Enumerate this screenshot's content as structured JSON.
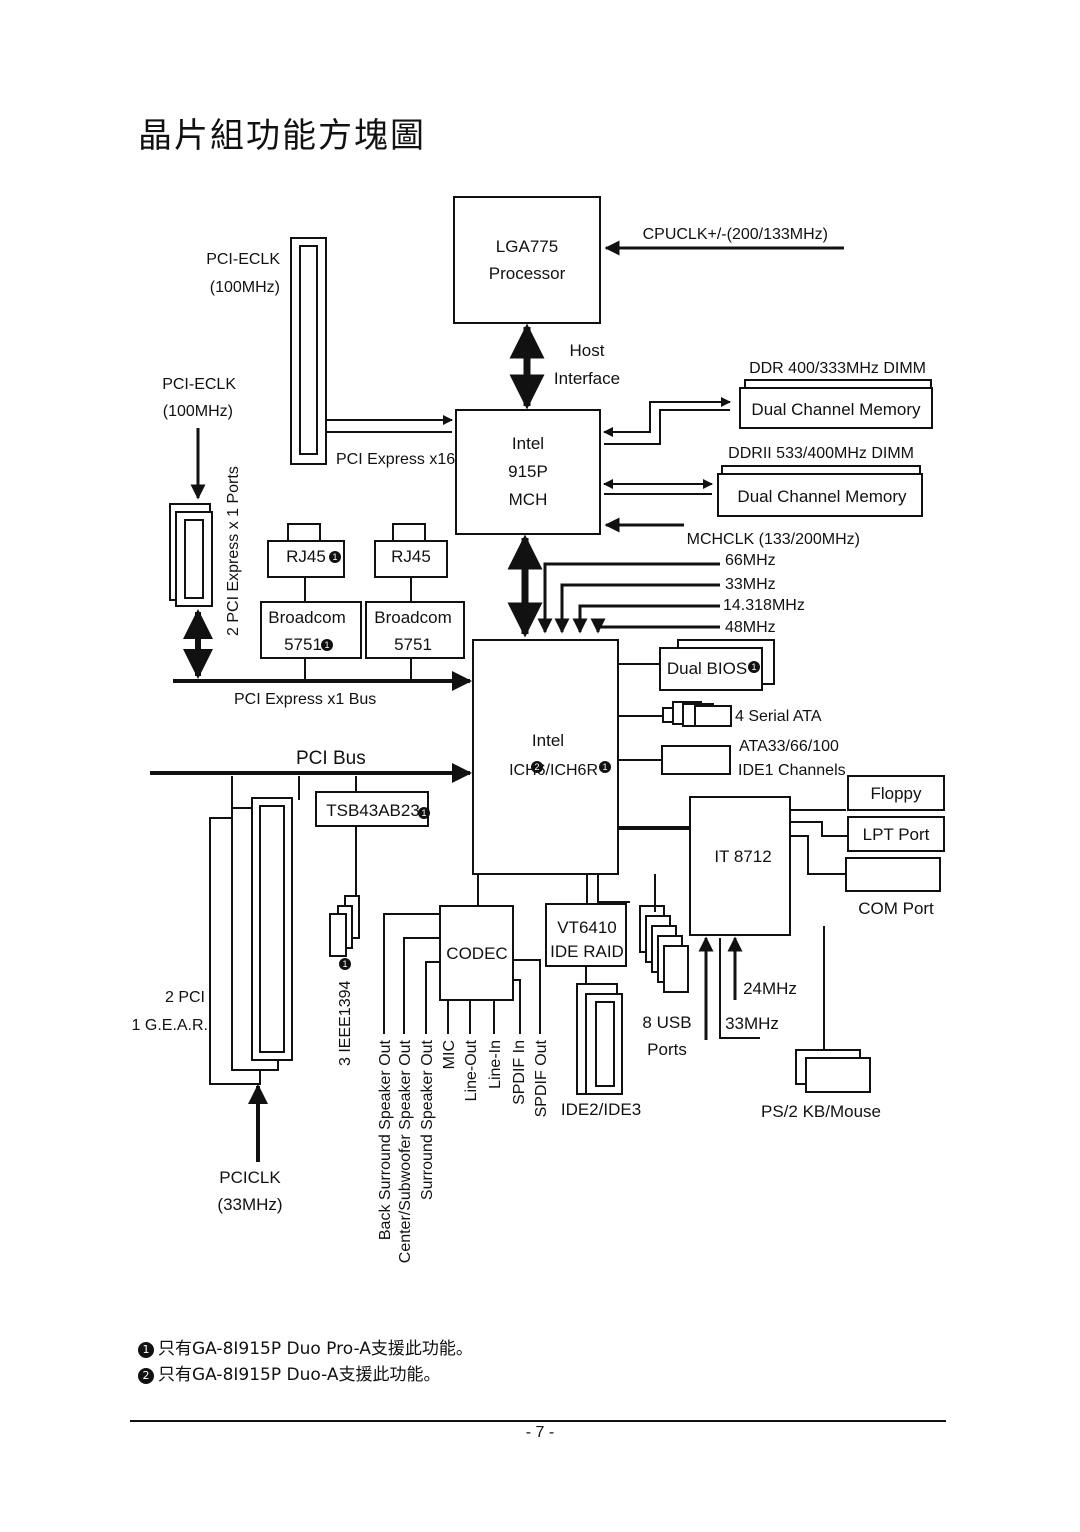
{
  "title": "晶片組功能方塊圖",
  "cpu": {
    "line1": "LGA775",
    "line2": "Processor",
    "clock": "CPUCLK+/-(200/133MHz)"
  },
  "host_interface": {
    "line1": "Host",
    "line2": "Interface"
  },
  "mch": {
    "line1": "Intel",
    "line2": "915P",
    "line3": "MCH",
    "clock": "MCHCLK (133/200MHz)"
  },
  "memory": {
    "ddr_label": "DDR 400/333MHz DIMM",
    "ddr2_label": "DDRII 533/400MHz DIMM",
    "dual_channel": "Dual Channel Memory"
  },
  "pcie": {
    "clk1_line1": "PCI-ECLK",
    "clk1_line2": "(100MHz)",
    "clk2_line1": "PCI-ECLK",
    "clk2_line2": "(100MHz)",
    "x16_label": "PCI Express x16",
    "x1_ports_label": "2 PCI Express x 1 Ports",
    "x1_bus_label": "PCI Express x1 Bus"
  },
  "network": {
    "rj45_a": "RJ45",
    "rj45_b": "RJ45",
    "broadcom_a_line1": "Broadcom",
    "broadcom_a_line2": "5751",
    "broadcom_b_line1": "Broadcom",
    "broadcom_b_line2": "5751"
  },
  "clocks": {
    "c66": "66MHz",
    "c33": "33MHz",
    "c14": "14.318MHz",
    "c48": "48MHz"
  },
  "ich": {
    "line1": "Intel",
    "line2": "ICH6",
    "line2b": "/ICH6R"
  },
  "dual_bios": "Dual BIOS",
  "sata": "4 Serial ATA",
  "ide": {
    "line1": "ATA33/66/100",
    "line2": "IDE1 Channels"
  },
  "pci_bus": "PCI Bus",
  "tsb": "TSB43AB23",
  "pci_slots": {
    "line1": "2 PCI",
    "line2": "1 G.E.A.R.",
    "clk_line1": "PCICLK",
    "clk_line2": "(33MHz)"
  },
  "ieee": "3 IEEE1394",
  "codec": "CODEC",
  "audio": [
    "Back Surround Speaker Out",
    "Center/Subwoofer Speaker Out",
    "Surround Speaker Out",
    "MIC",
    "Line-Out",
    "Line-In",
    "SPDIF In",
    "SPDIF Out"
  ],
  "vt6410": {
    "line1": "VT6410",
    "line2": "IDE RAID",
    "bottom": "IDE2/IDE3"
  },
  "usb": {
    "line1": "8 USB",
    "line2": "Ports"
  },
  "superio": {
    "name": "IT 8712",
    "c24": "24MHz",
    "c33": "33MHz"
  },
  "floppy": "Floppy",
  "lpt": "LPT Port",
  "com": "COM Port",
  "ps2": "PS/2 KB/Mouse",
  "note_marks": {
    "one": "1",
    "two": "2"
  },
  "notes": {
    "note1": "只有GA-8I915P Duo Pro-A支援此功能。",
    "note2": "只有GA-8I915P Duo-A支援此功能。"
  },
  "page_number": "- 7 -"
}
